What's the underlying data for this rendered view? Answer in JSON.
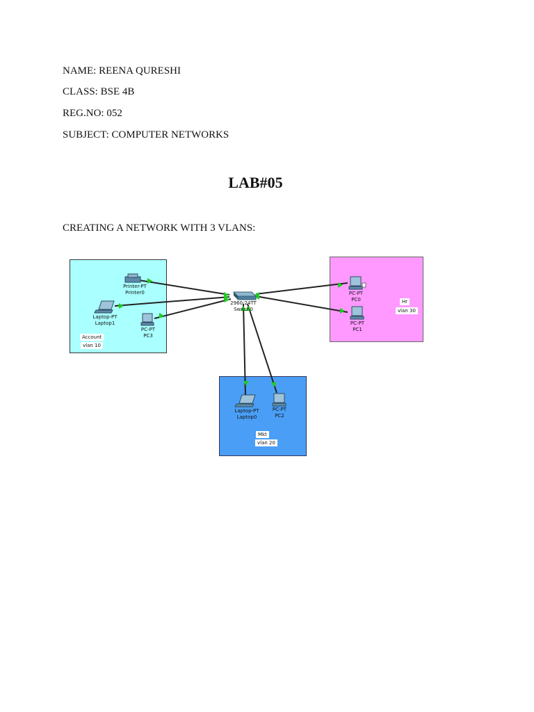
{
  "header": {
    "name": "NAME: REENA QURESHI",
    "class": "CLASS: BSE 4B",
    "regno": "REG.NO: 052",
    "subject": "SUBJECT: COMPUTER NETWORKS"
  },
  "title": "LAB#05",
  "subtitle": "CREATING A NETWORK WITH 3 VLANS:",
  "diagram": {
    "switch": {
      "type": "2960-24TT",
      "name": "Switch0"
    },
    "zones": {
      "account": {
        "name": "Account",
        "vlan": "vlan 10",
        "color": "#aaffff"
      },
      "hr": {
        "name": "Hr",
        "vlan": "vlan 30",
        "color": "#ff99ff"
      },
      "marketing": {
        "name": "Mkt",
        "vlan": "vlan 20",
        "color": "#4a9ef5"
      }
    },
    "devices": {
      "printer0": {
        "type": "Printer-PT",
        "name": "Printer0"
      },
      "laptop1": {
        "type": "Laptop-PT",
        "name": "Laptop1"
      },
      "pc3": {
        "type": "PC-PT",
        "name": "PC3"
      },
      "pc0": {
        "type": "PC-PT",
        "name": "PC0"
      },
      "pc1": {
        "type": "PC-PT",
        "name": "PC1"
      },
      "laptop0": {
        "type": "Laptop-PT",
        "name": "Laptop0"
      },
      "pc2": {
        "type": "PC-PT",
        "name": "PC2"
      }
    },
    "link_color": "#222222",
    "port_color": "#22cc22"
  }
}
